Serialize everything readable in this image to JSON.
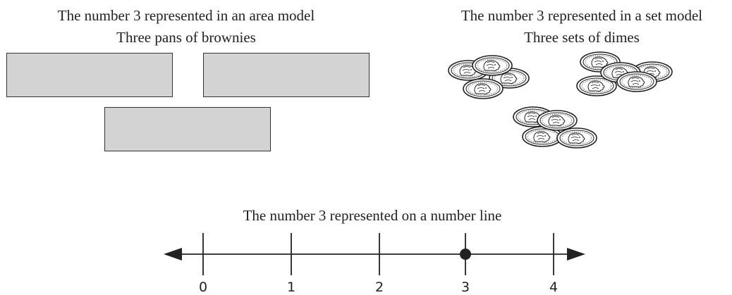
{
  "area_model": {
    "title": "The number 3 represented in an area model",
    "subtitle": "Three pans of brownies",
    "pan_count": 3,
    "pan_color": "#d3d3d3"
  },
  "set_model": {
    "title": "The number 3 represented in a set model",
    "subtitle": "Three sets of dimes",
    "set_count": 3,
    "coin_icon": "dime-icon"
  },
  "number_line": {
    "title": "The number 3 represented on a number line",
    "ticks": [
      "0",
      "1",
      "2",
      "3",
      "4"
    ],
    "marked_value": 3
  }
}
